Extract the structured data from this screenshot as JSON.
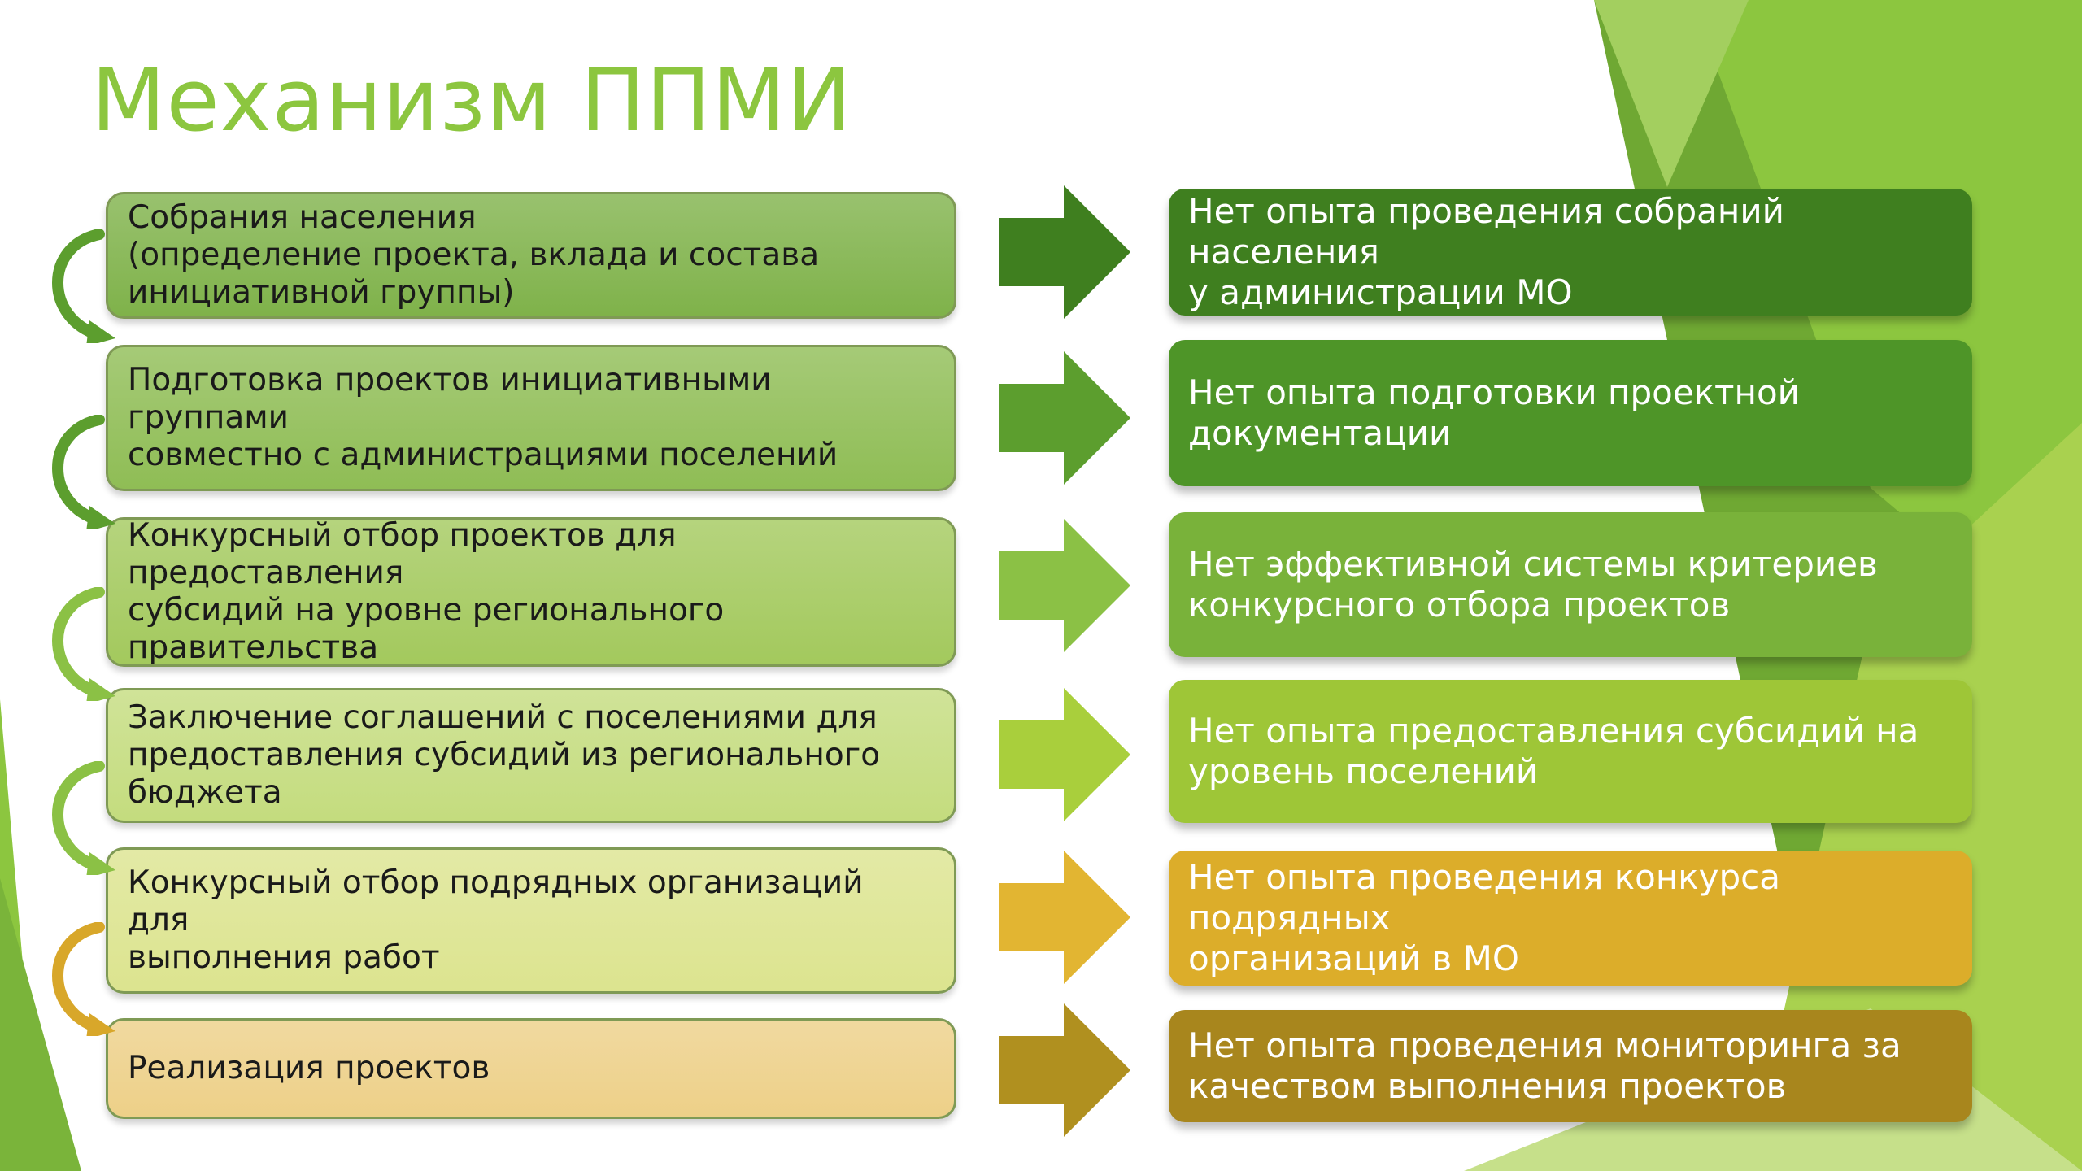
{
  "title": "Механизм ППМИ",
  "stages": [
    {
      "label": "Собрания населения\n(определение проекта, вклада и состава\nинициативной группы)",
      "color": "#7fb24a"
    },
    {
      "label": "Подготовка проектов инициативными группами\nсовместно с администрациями поселений",
      "color": "#8fbd55"
    },
    {
      "label": "Конкурсный отбор проектов для предоставления\nсубсидий на уровне регионального правительства",
      "color": "#a3c95d"
    },
    {
      "label": "Заключение соглашений с поселениями для\nпредоставления субсидий из регионального\nбюджета",
      "color": "#c4dc7e"
    },
    {
      "label": "Конкурсный отбор подрядных организаций для\nвыполнения работ",
      "color": "#dce48f"
    },
    {
      "label": "Реализация проектов",
      "color": "#edd088"
    }
  ],
  "problems": [
    {
      "label": "Нет опыта проведения собраний населения\nу администрации МО",
      "color": "#3f7f1f"
    },
    {
      "label": "Нет опыта подготовки проектной\nдокументации",
      "color": "#4e9528"
    },
    {
      "label": "Нет эффективной системы критериев\nконкурсного отбора проектов",
      "color": "#79b23a"
    },
    {
      "label": "Нет опыта предоставления субсидий на\nуровень поселений",
      "color": "#9ec637"
    },
    {
      "label": "Нет опыта проведения конкурса подрядных\nорганизаций в МО",
      "color": "#dcad2a"
    },
    {
      "label": "Нет опыта проведения мониторинга за\nкачеством выполнения проектов",
      "color": "#a8861d"
    }
  ],
  "arrow_colors": [
    "#3f7f1f",
    "#5c9e2e",
    "#8bc145",
    "#a9cf3c",
    "#e2b532",
    "#b0901f"
  ],
  "curl_colors": [
    "#5c9e2e",
    "#5c9e2e",
    "#8bc145",
    "#8bc145",
    "#d8a72a"
  ]
}
